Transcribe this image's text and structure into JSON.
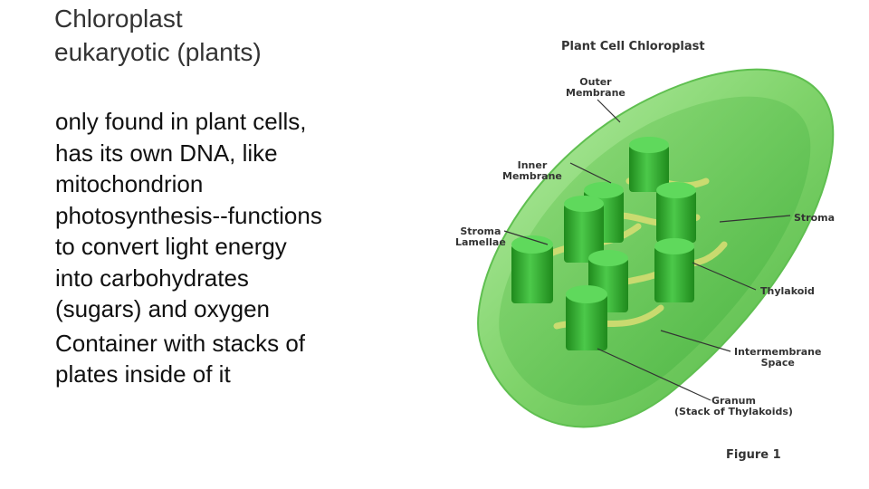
{
  "slide": {
    "title_lines": [
      "Chloroplast",
      "eukaryotic (plants)"
    ],
    "paragraphs": [
      {
        "lines": [
          "only found in plant cells,",
          "has its own DNA, like",
          "mitochondrion",
          "photosynthesis--functions",
          "to convert light energy",
          "into carbohydrates",
          "(sugars) and oxygen"
        ]
      },
      {
        "lines": [
          "Container with stacks of",
          "plates inside of it"
        ]
      }
    ]
  },
  "figure": {
    "title": "Plant Cell Chloroplast",
    "caption": "Figure 1",
    "labels": {
      "outer_membrane": [
        "Outer",
        "Membrane"
      ],
      "inner_membrane": [
        "Inner",
        "Membrane"
      ],
      "stroma_lamellae": [
        "Stroma",
        "Lamellae"
      ],
      "stroma": "Stroma",
      "thylakoid": "Thylakoid",
      "intermembrane_space": [
        "Intermembrane",
        "Space"
      ],
      "granum": [
        "Granum",
        "(Stack of Thylakoids)"
      ]
    },
    "colors": {
      "outer": "#7fd36a",
      "inner": "#3fae3a",
      "granum": "#2e9e2a",
      "granum_top": "#4cc94a",
      "lamellae": "#c8d86a"
    }
  }
}
